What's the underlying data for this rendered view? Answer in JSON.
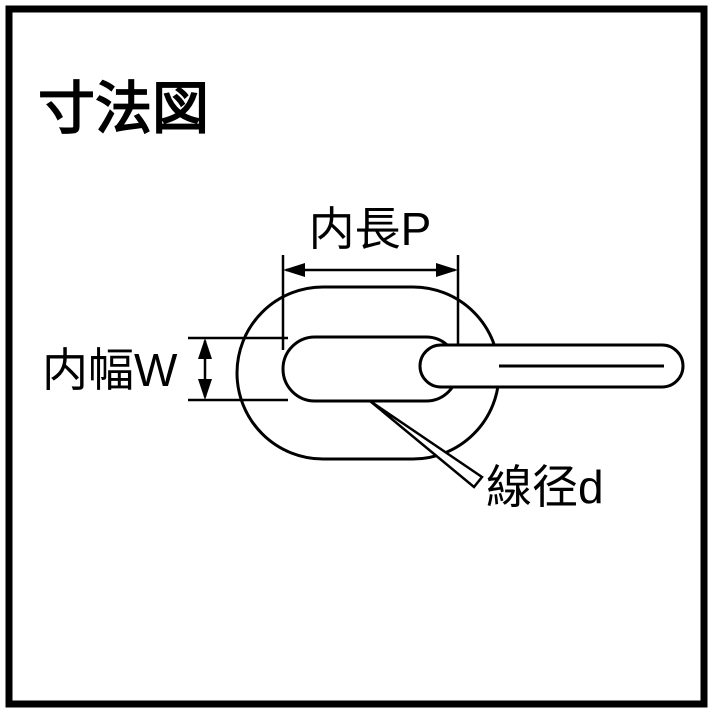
{
  "title": "寸法図",
  "diagram": {
    "labels": {
      "inner_length": "内長P",
      "inner_width": "内幅W",
      "wire_diameter": "線径d"
    },
    "colors": {
      "line": "#000000",
      "background": "#ffffff"
    }
  }
}
